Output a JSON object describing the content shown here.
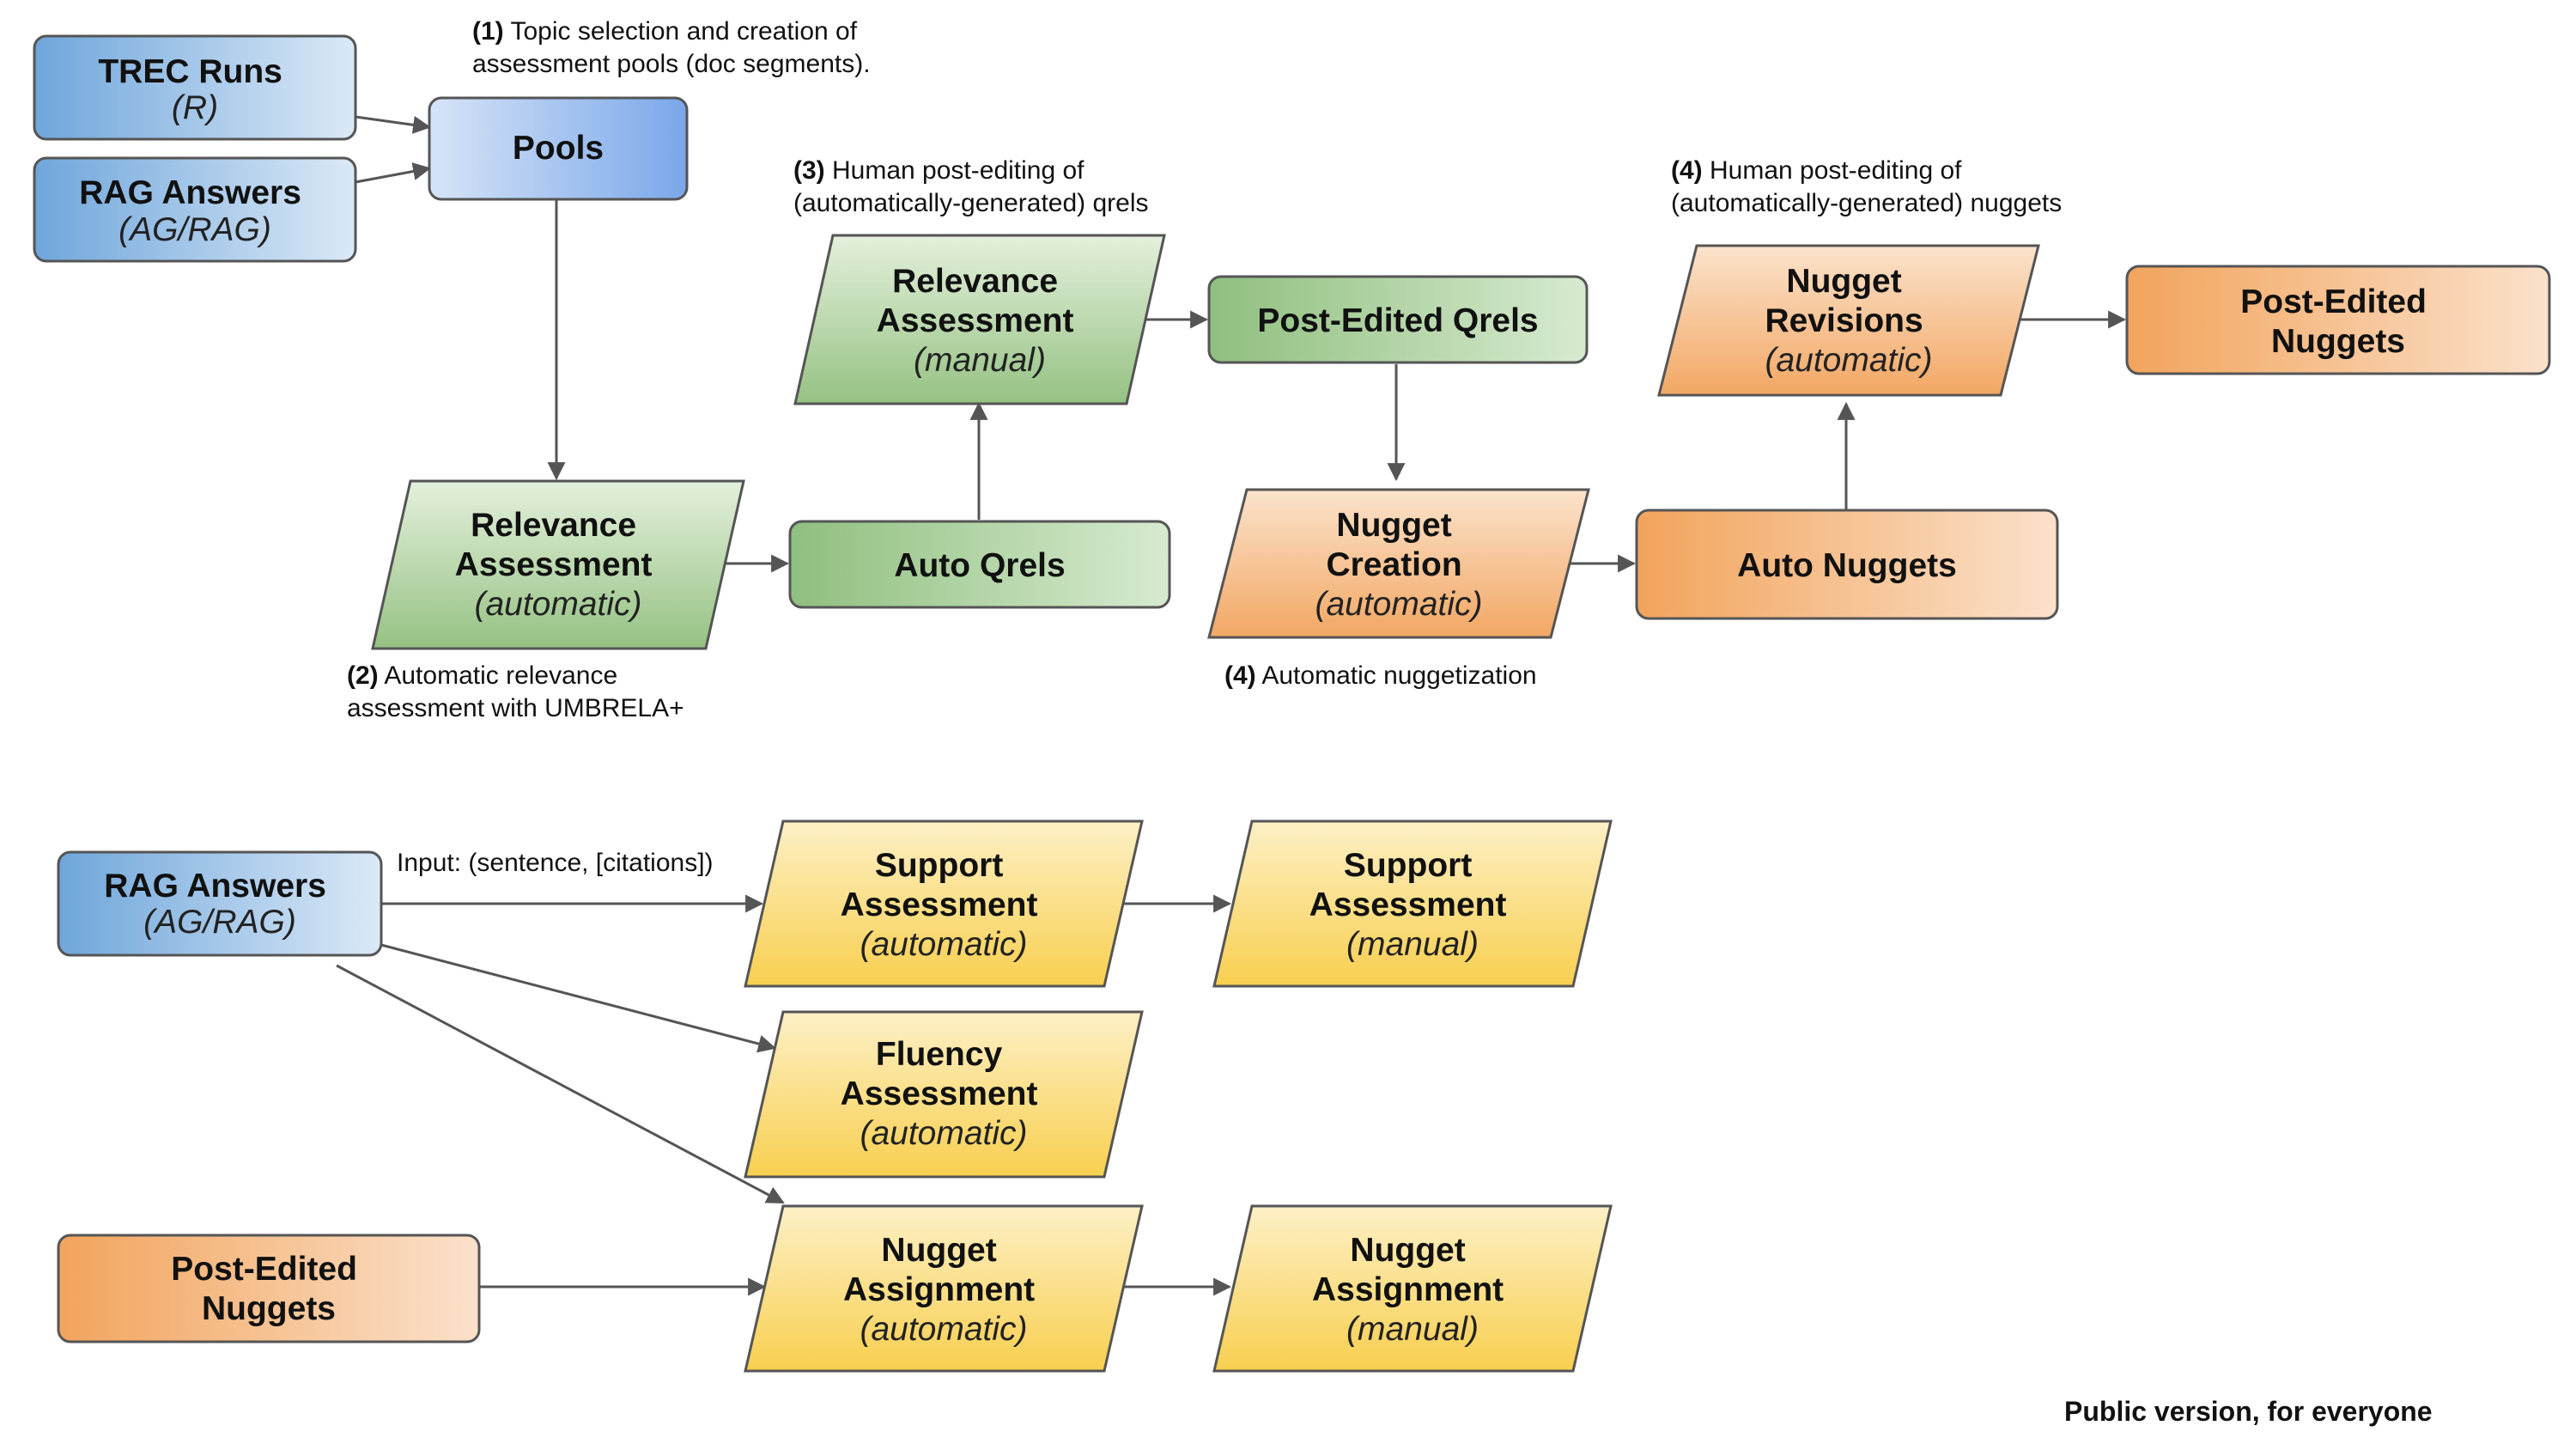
{
  "nodes": {
    "trec_runs": {
      "title": "TREC Runs",
      "sub": "(R)"
    },
    "rag_answers_top": {
      "title": "RAG Answers",
      "sub": "(AG/RAG)"
    },
    "pools": {
      "title": "Pools"
    },
    "relevance_auto": {
      "lines": [
        "Relevance",
        "Assessment"
      ],
      "sub": "(automatic)"
    },
    "auto_qrels": {
      "title": "Auto Qrels"
    },
    "relevance_manual": {
      "lines": [
        "Relevance",
        "Assessment"
      ],
      "sub": "(manual)"
    },
    "post_edited_qrels": {
      "title": "Post-Edited Qrels"
    },
    "nugget_creation": {
      "lines": [
        "Nugget",
        "Creation"
      ],
      "sub": "(automatic)"
    },
    "auto_nuggets": {
      "title": "Auto Nuggets"
    },
    "nugget_revisions": {
      "lines": [
        "Nugget",
        "Revisions"
      ],
      "sub": "(automatic)"
    },
    "post_edited_nuggets_top": {
      "lines": [
        "Post-Edited",
        "Nuggets"
      ]
    },
    "rag_answers_bottom": {
      "title": "RAG Answers",
      "sub": "(AG/RAG)"
    },
    "support_auto": {
      "lines": [
        "Support",
        "Assessment"
      ],
      "sub": "(automatic)"
    },
    "support_manual": {
      "lines": [
        "Support",
        "Assessment"
      ],
      "sub": "(manual)"
    },
    "fluency_auto": {
      "lines": [
        "Fluency",
        "Assessment"
      ],
      "sub": "(automatic)"
    },
    "post_edited_nuggets_bottom": {
      "lines": [
        "Post-Edited",
        "Nuggets"
      ]
    },
    "nugget_assign_auto": {
      "lines": [
        "Nugget",
        "Assignment"
      ],
      "sub": "(automatic)"
    },
    "nugget_assign_manual": {
      "lines": [
        "Nugget",
        "Assignment"
      ],
      "sub": "(manual)"
    }
  },
  "notes": {
    "step1": {
      "num": "(1)",
      "line1": "Topic selection and creation of",
      "line2": "assessment pools (doc segments)."
    },
    "step2": {
      "num": "(2)",
      "line1": "Automatic relevance",
      "line2": "assessment with UMBRELA+"
    },
    "step3": {
      "num": "(3)",
      "line1": "Human post-editing of",
      "line2": "(automatically-generated) qrels"
    },
    "step4a": {
      "num": "(4)",
      "line1": "Automatic nuggetization"
    },
    "step4b": {
      "num": "(4)",
      "line1": "Human post-editing of",
      "line2": "(automatically-generated) nuggets"
    },
    "input_label": "Input: (sentence, [citations])"
  },
  "footer": "Public version, for everyone",
  "colors": {
    "blue": "#8fb8e6",
    "green": "#a9cf9a",
    "orange": "#f2b377",
    "yellow": "#fbd86b",
    "edge": "#555555"
  }
}
